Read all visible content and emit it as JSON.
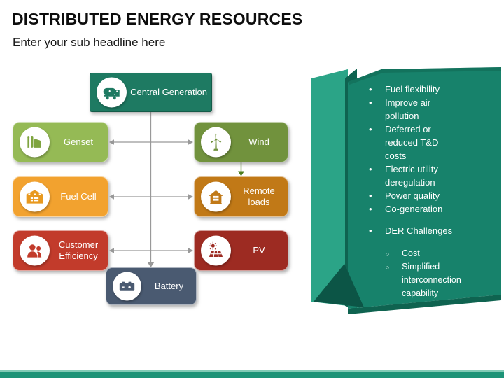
{
  "slide": {
    "title": "DISTRIBUTED ENERGY RESOURCES",
    "subtitle": "Enter your sub headline here"
  },
  "diagram": {
    "nodes": [
      {
        "id": "central-generation",
        "label": "Central Generation",
        "color": "#1E7A62",
        "icon": "fuel-tanker-icon"
      },
      {
        "id": "genset",
        "label": "Genset",
        "color": "#95BA55",
        "icon": "generator-icon"
      },
      {
        "id": "wind",
        "label": "Wind",
        "color": "#71923D",
        "icon": "wind-turbine-icon"
      },
      {
        "id": "fuel-cell",
        "label": "Fuel Cell",
        "color": "#F2A22F",
        "icon": "warehouse-icon"
      },
      {
        "id": "remote-loads",
        "label": "Remote loads",
        "color": "#C17917",
        "icon": "house-icon"
      },
      {
        "id": "customer-efficiency",
        "label": "Customer Efficiency",
        "color": "#C23B2B",
        "icon": "people-icon"
      },
      {
        "id": "pv",
        "label": "PV",
        "color": "#9D2B22",
        "icon": "solar-panel-icon"
      },
      {
        "id": "battery",
        "label": "Battery",
        "color": "#4A5A71",
        "icon": "battery-icon"
      }
    ],
    "connector_colors": {
      "gray": "#999999",
      "green": "#4E7D1E"
    }
  },
  "panel": {
    "face_color": "#17826B",
    "flap_color": "#2BA487",
    "dark_edge_color": "#0F6350",
    "bullets": [
      "Fuel flexibility",
      "Improve air pollution",
      "Deferred or reduced T&D costs",
      "Electric utility deregulation",
      "Power quality",
      "Co-generation"
    ],
    "challenges_header": "DER Challenges",
    "challenges": [
      "Cost",
      "Simplified interconnection capability"
    ]
  },
  "footer": {
    "bar_color": "#1D9377"
  }
}
